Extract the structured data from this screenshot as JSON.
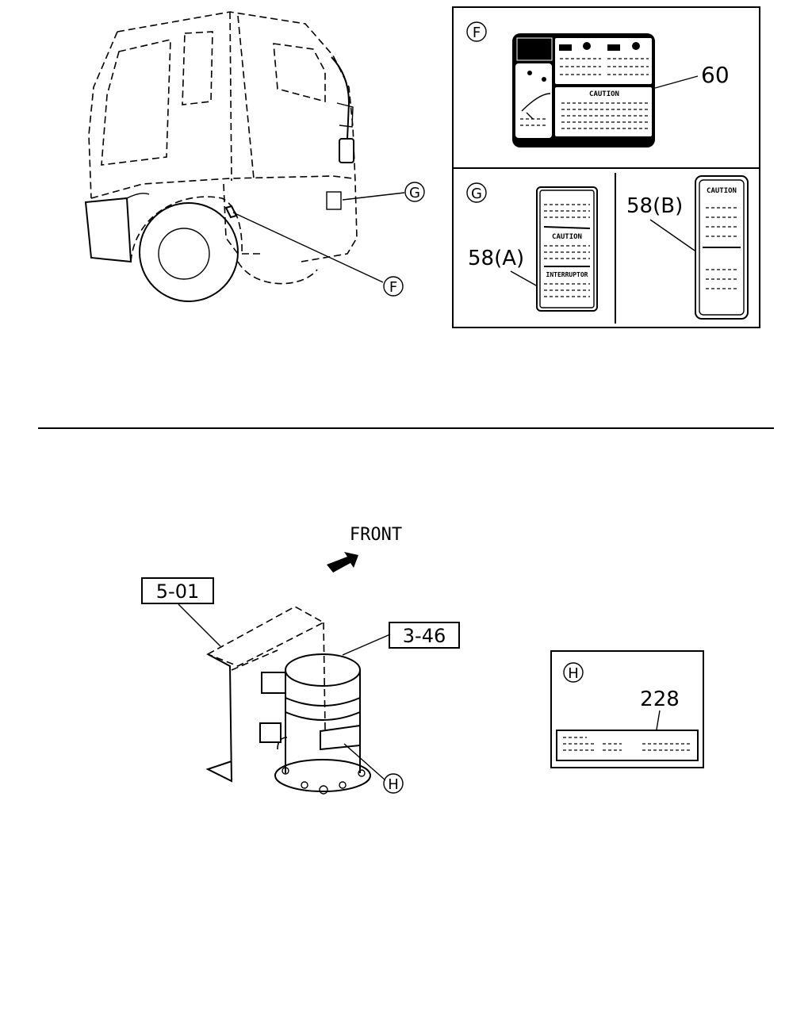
{
  "callouts": {
    "f": "F",
    "g": "G",
    "h": "H"
  },
  "labels": {
    "part_60": "60",
    "part_58a": "58(A)",
    "part_58b": "58(B)",
    "part_228": "228",
    "ref_5_01": "5-01",
    "ref_3_46": "3-46",
    "front": "FRONT"
  },
  "decal_text": {
    "caution": "CAUTION",
    "interruptor": "INTERRUPTOR"
  }
}
